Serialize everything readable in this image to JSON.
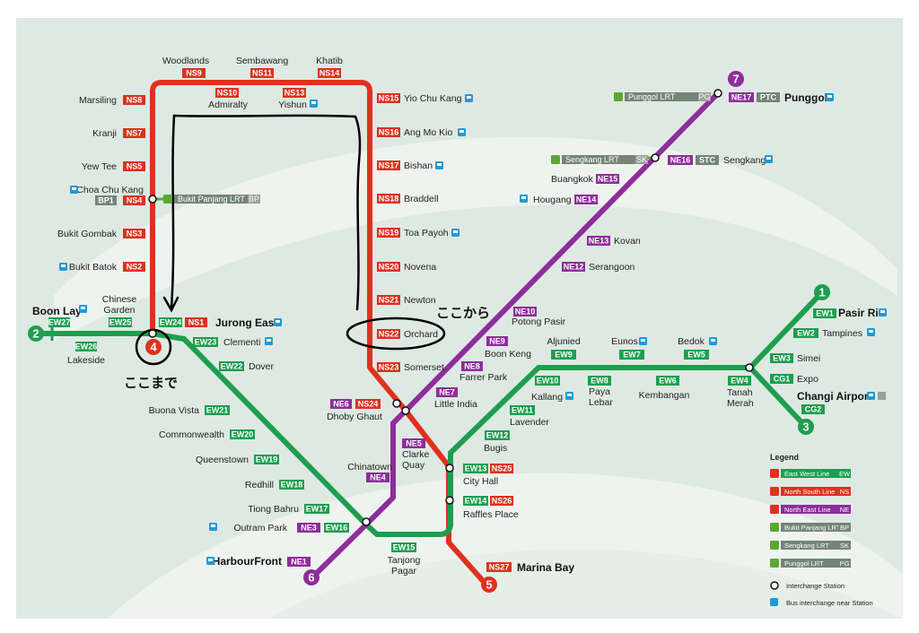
{
  "colors": {
    "ewl": "#1e9e4f",
    "nsl": "#e0301e",
    "nel": "#8e2d9b",
    "lrt": "#748477",
    "lrt_green": "#5aa832",
    "background": "#dfe9e3",
    "swoosh": "#eef3ef",
    "bus": "#1f9ad6",
    "annotation": "#000000"
  },
  "stations": [
    {
      "id": "woodlands",
      "name": "Woodlands",
      "codes": [
        "NS9"
      ]
    },
    {
      "id": "sembawang",
      "name": "Sembawang",
      "codes": [
        "NS11"
      ]
    },
    {
      "id": "khatib",
      "name": "Khatib",
      "codes": [
        "NS14"
      ]
    },
    {
      "id": "admiralty",
      "name": "Admiralty",
      "codes": [
        "NS10"
      ]
    },
    {
      "id": "yishun",
      "name": "Yishun",
      "codes": [
        "NS13"
      ]
    },
    {
      "id": "marsiling",
      "name": "Marsiling",
      "codes": [
        "NS8"
      ]
    },
    {
      "id": "kranji",
      "name": "Kranji",
      "codes": [
        "NS7"
      ]
    },
    {
      "id": "yewtee",
      "name": "Yew Tee",
      "codes": [
        "NS5"
      ]
    },
    {
      "id": "choachukang",
      "name": "Choa Chu Kang",
      "codes": [
        "BP1",
        "NS4"
      ]
    },
    {
      "id": "bukitgombak",
      "name": "Bukit Gombak",
      "codes": [
        "NS3"
      ]
    },
    {
      "id": "bukitbatok",
      "name": "Bukit Batok",
      "codes": [
        "NS2"
      ]
    },
    {
      "id": "yiochukang",
      "name": "Yio Chu Kang",
      "codes": [
        "NS15"
      ]
    },
    {
      "id": "angmokio",
      "name": "Ang Mo Kio",
      "codes": [
        "NS16"
      ]
    },
    {
      "id": "bishan",
      "name": "Bishan",
      "codes": [
        "NS17"
      ]
    },
    {
      "id": "braddell",
      "name": "Braddell",
      "codes": [
        "NS18"
      ]
    },
    {
      "id": "toapayoh",
      "name": "Toa Payoh",
      "codes": [
        "NS19"
      ]
    },
    {
      "id": "novena",
      "name": "Novena",
      "codes": [
        "NS20"
      ]
    },
    {
      "id": "newton",
      "name": "Newton",
      "codes": [
        "NS21"
      ]
    },
    {
      "id": "orchard",
      "name": "Orchard",
      "codes": [
        "NS22"
      ]
    },
    {
      "id": "somerset",
      "name": "Somerset",
      "codes": [
        "NS23"
      ]
    },
    {
      "id": "dhobyghaut",
      "name": "Dhoby Ghaut",
      "codes": [
        "NE6",
        "NS24"
      ]
    },
    {
      "id": "cityhall",
      "name": "City Hall",
      "codes": [
        "EW13",
        "NS25"
      ]
    },
    {
      "id": "rafflesplace",
      "name": "Raffles Place",
      "codes": [
        "EW14",
        "NS26"
      ]
    },
    {
      "id": "marinabay",
      "name": "Marina Bay",
      "codes": [
        "NS27"
      ]
    },
    {
      "id": "boonlay",
      "name": "Boon Lay",
      "codes": [
        "EW27"
      ]
    },
    {
      "id": "lakeside",
      "name": "Lakeside",
      "codes": [
        "EW26"
      ]
    },
    {
      "id": "chinesegarden",
      "name": "Chinese\nGarden",
      "codes": [
        "EW25"
      ]
    },
    {
      "id": "jurongeast",
      "name": "Jurong East",
      "codes": [
        "EW24",
        "NS1"
      ]
    },
    {
      "id": "clementi",
      "name": "Clementi",
      "codes": [
        "EW23"
      ]
    },
    {
      "id": "dover",
      "name": "Dover",
      "codes": [
        "EW22"
      ]
    },
    {
      "id": "buonavista",
      "name": "Buona Vista",
      "codes": [
        "EW21"
      ]
    },
    {
      "id": "commonwealth",
      "name": "Commonwealth",
      "codes": [
        "EW20"
      ]
    },
    {
      "id": "queenstown",
      "name": "Queenstown",
      "codes": [
        "EW19"
      ]
    },
    {
      "id": "redhill",
      "name": "Redhill",
      "codes": [
        "EW18"
      ]
    },
    {
      "id": "tiongbahru",
      "name": "Tiong Bahru",
      "codes": [
        "EW17"
      ]
    },
    {
      "id": "outrampark",
      "name": "Outram Park",
      "codes": [
        "NE3",
        "EW16"
      ]
    },
    {
      "id": "tanjongpagar",
      "name": "Tanjong\nPagar",
      "codes": [
        "EW15"
      ]
    },
    {
      "id": "harbourfront",
      "name": "HarbourFront",
      "codes": [
        "NE1"
      ]
    },
    {
      "id": "chinatown",
      "name": "Chinatown",
      "codes": [
        "NE4"
      ]
    },
    {
      "id": "clarkequay",
      "name": "Clarke\nQuay",
      "codes": [
        "NE5"
      ]
    },
    {
      "id": "littleindia",
      "name": "Little India",
      "codes": [
        "NE7"
      ]
    },
    {
      "id": "farrerpark",
      "name": "Farrer Park",
      "codes": [
        "NE8"
      ]
    },
    {
      "id": "boonkeng",
      "name": "Boon Keng",
      "codes": [
        "NE9"
      ]
    },
    {
      "id": "potongpasir",
      "name": "Potong Pasir",
      "codes": [
        "NE10"
      ]
    },
    {
      "id": "serangoon",
      "name": "Serangoon",
      "codes": [
        "NE12"
      ]
    },
    {
      "id": "kovan",
      "name": "Kovan",
      "codes": [
        "NE13"
      ]
    },
    {
      "id": "hougang",
      "name": "Hougang",
      "codes": [
        "NE14"
      ]
    },
    {
      "id": "buangkok",
      "name": "Buangkok",
      "codes": [
        "NE15"
      ]
    },
    {
      "id": "sengkang",
      "name": "Sengkang",
      "codes": [
        "NE16",
        "STC"
      ]
    },
    {
      "id": "punggol",
      "name": "Punggol",
      "codes": [
        "NE17",
        "PTC"
      ]
    },
    {
      "id": "bugis",
      "name": "Bugis",
      "codes": [
        "EW12"
      ]
    },
    {
      "id": "lavender",
      "name": "Lavender",
      "codes": [
        "EW11"
      ]
    },
    {
      "id": "kallang",
      "name": "Kallang",
      "codes": [
        "EW10"
      ]
    },
    {
      "id": "aljunied",
      "name": "Aljunied",
      "codes": [
        "EW9"
      ]
    },
    {
      "id": "payalebar",
      "name": "Paya\nLebar",
      "codes": [
        "EW8"
      ]
    },
    {
      "id": "eunos",
      "name": "Eunos",
      "codes": [
        "EW7"
      ]
    },
    {
      "id": "kembangan",
      "name": "Kembangan",
      "codes": [
        "EW6"
      ]
    },
    {
      "id": "bedok",
      "name": "Bedok",
      "codes": [
        "EW5"
      ]
    },
    {
      "id": "tanahmerah",
      "name": "Tanah\nMerah",
      "codes": [
        "EW4"
      ]
    },
    {
      "id": "simei",
      "name": "Simei",
      "codes": [
        "EW3"
      ]
    },
    {
      "id": "tampines",
      "name": "Tampines",
      "codes": [
        "EW2"
      ]
    },
    {
      "id": "pasirris",
      "name": "Pasir Ris",
      "codes": [
        "EW1"
      ]
    },
    {
      "id": "expo",
      "name": "Expo",
      "codes": [
        "CG1"
      ]
    },
    {
      "id": "changiairport",
      "name": "Changi Airport",
      "codes": [
        "CG2"
      ]
    }
  ],
  "lrt_connections": [
    {
      "name": "Bukit Panjang LRT",
      "code": "BP"
    },
    {
      "name": "Sengkang LRT",
      "code": "SK"
    },
    {
      "name": "Punggol LRT",
      "code": "PG"
    }
  ],
  "terminal_numbers": [
    "1",
    "2",
    "3",
    "4",
    "5",
    "6",
    "7"
  ],
  "annotations": {
    "from": "ここから",
    "to": "ここまで"
  },
  "legend": {
    "title": "Legend",
    "items": [
      {
        "label": "East West Line",
        "code": "EW"
      },
      {
        "label": "North South Line",
        "code": "NS"
      },
      {
        "label": "North East Line",
        "code": "NE"
      },
      {
        "label": "Bukit Panjang LRT",
        "code": "BP"
      },
      {
        "label": "Sengkang LRT",
        "code": "SK"
      },
      {
        "label": "Punggol LRT",
        "code": "PG"
      }
    ],
    "interchange": "Interchange Station",
    "bus": "Bus interchange near Station"
  }
}
